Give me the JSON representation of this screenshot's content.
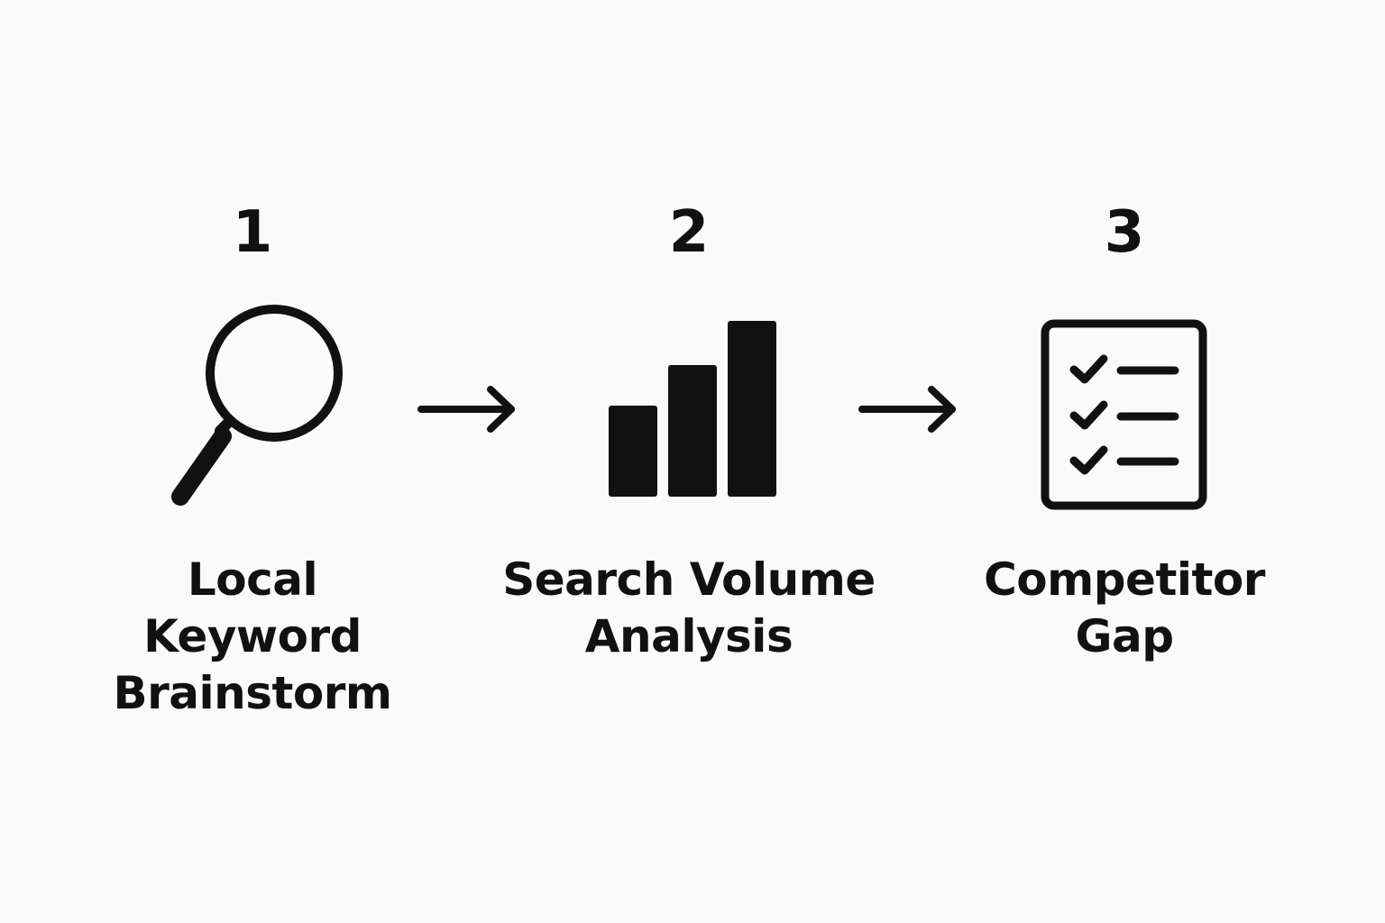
{
  "background_color": "#fafafa",
  "ink_color": "#111111",
  "steps": [
    {
      "number": "1",
      "label": "Local\nKeyword\nBrainstorm",
      "icon": "magnifying-glass-icon"
    },
    {
      "number": "2",
      "label": "Search Volume\nAnalysis",
      "icon": "bar-chart-icon"
    },
    {
      "number": "3",
      "label": "Competitor\nGap",
      "icon": "checklist-icon"
    }
  ],
  "connectors": [
    {
      "from": "1",
      "to": "2",
      "icon": "arrow-right-icon"
    },
    {
      "from": "2",
      "to": "3",
      "icon": "arrow-right-icon"
    }
  ]
}
